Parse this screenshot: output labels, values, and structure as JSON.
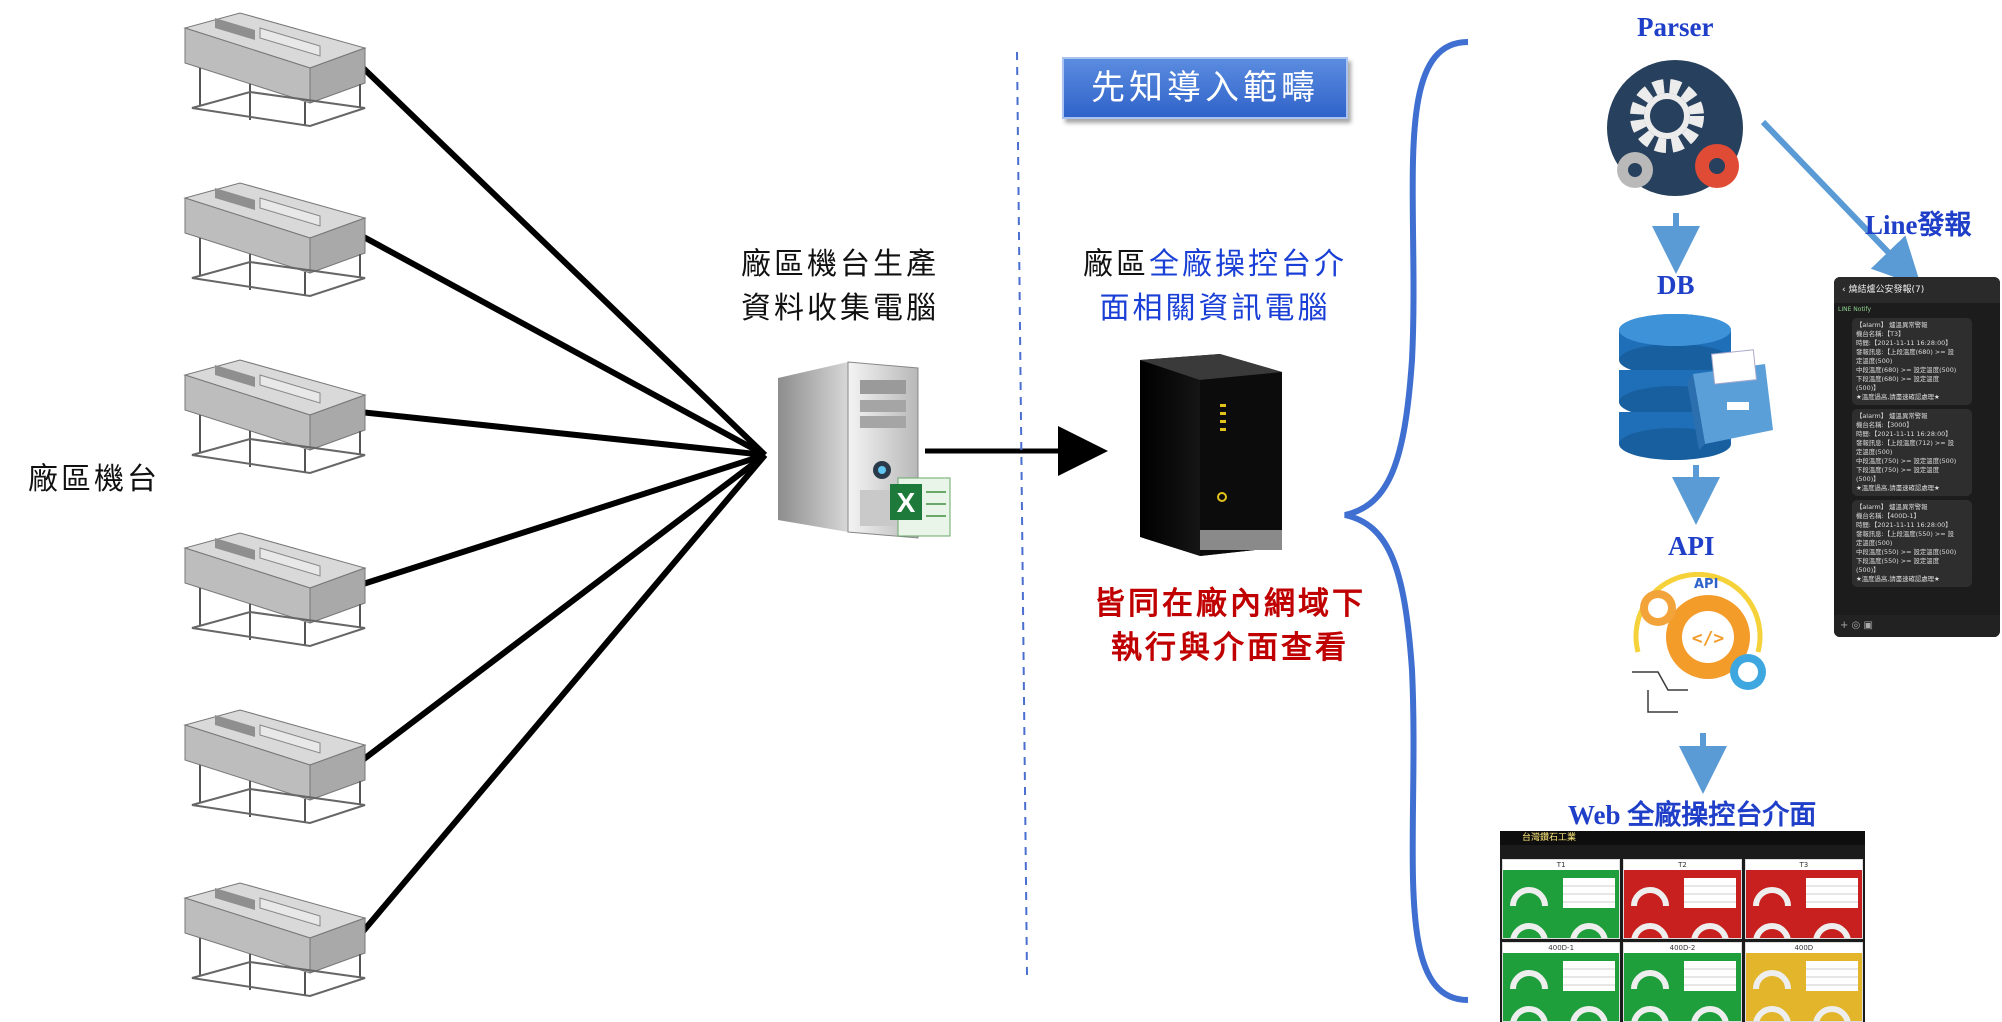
{
  "title": "先知導入範疇",
  "machines_label": "廠區機台",
  "collector": {
    "line1": "廠區機台生產",
    "line2": "資料收集電腦"
  },
  "server": {
    "line1_prefix": "廠區",
    "line1_highlight": "全廠操控台介",
    "line2": "面相關資訊電腦"
  },
  "note": {
    "line1": "皆同在廠內網域下",
    "line2": "執行與介面查看"
  },
  "nodes": {
    "parser": "Parser",
    "db": "DB",
    "api": "API",
    "line_alert": "Line發報",
    "web": "Web 全廠操控台介面"
  },
  "phone": {
    "header": "燒結爐公安發報(7)",
    "sender": "LINE Notify",
    "messages": [
      [
        "【alarm】 爐溫異常警報",
        "機台名稱:【T3】",
        "時間:【2021-11-11 16:28:00】",
        "發報訊息:【上段溫度(680) >= 設",
        "定溫度(500)",
        "中段溫度(680) >= 設定溫度(500)",
        "下段溫度(680) >= 設定溫度",
        "(500)】",
        "★溫度過高,請盡速確認處理★"
      ],
      [
        "【alarm】 爐溫異常警報",
        "機台名稱:【3000】",
        "時間:【2021-11-11 16:28:00】",
        "發報訊息:【上段溫度(712) >= 設",
        "定溫度(500)",
        "中段溫度(750) >= 設定溫度(500)",
        "下段溫度(750) >= 設定溫度",
        "(500)】",
        "★溫度過高,請盡速確認處理★"
      ],
      [
        "【alarm】 爐溫異常警報",
        "機台名稱:【400D-1】",
        "時間:【2021-11-11 16:28:00】",
        "發報訊息:【上段溫度(550) >= 設",
        "定溫度(500)",
        "中段溫度(550) >= 設定溫度(500)",
        "下段溫度(550) >= 設定溫度",
        "(500)】",
        "★溫度過高,請盡速確認處理★"
      ]
    ]
  },
  "dashboard": {
    "company": "台灣鑽石工業",
    "panels": [
      {
        "name": "T1",
        "color": "#1f9e3c"
      },
      {
        "name": "T2",
        "color": "#c8201e"
      },
      {
        "name": "T3",
        "color": "#c8201e"
      },
      {
        "name": "400D-1",
        "color": "#1f9e3c"
      },
      {
        "name": "400D-2",
        "color": "#1f9e3c"
      },
      {
        "name": "400D",
        "color": "#e3b52a"
      }
    ]
  },
  "colors": {
    "accent_blue": "#1f3fc8",
    "note_red": "#c00000",
    "arrow_blue": "#5b9bd5"
  }
}
